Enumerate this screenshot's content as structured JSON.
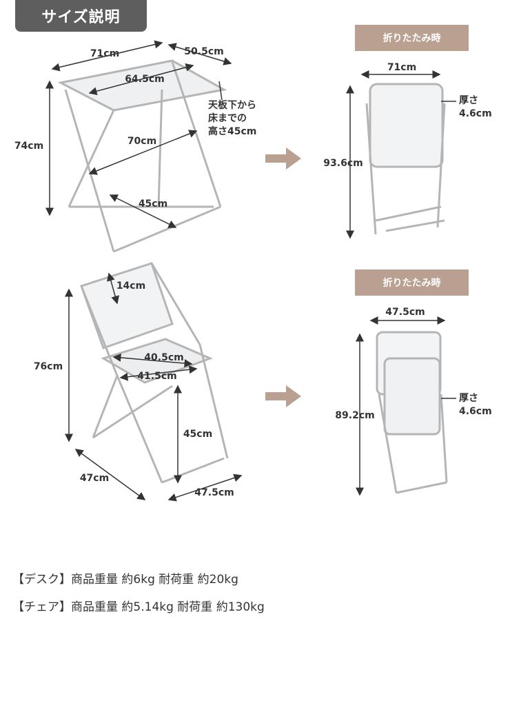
{
  "header": {
    "title": "サイズ説明"
  },
  "desk": {
    "width": "71cm",
    "depth": "50.5cm",
    "top_inner": "64.5cm",
    "note": [
      "天板下から",
      "床までの",
      "高さ45cm"
    ],
    "height": "74cm",
    "diag": "70cm",
    "base": "45cm",
    "folded": {
      "tag": "折りたたみ時",
      "width": "71cm",
      "thickness_label": "厚さ",
      "thickness": "4.6cm",
      "height": "93.6cm"
    }
  },
  "chair": {
    "back": "14cm",
    "height": "76cm",
    "seat_w": "40.5cm",
    "seat_d": "41.5cm",
    "seat_h": "45cm",
    "depth": "47cm",
    "width": "47.5cm",
    "folded": {
      "tag": "折りたたみ時",
      "width": "47.5cm",
      "thickness_label": "厚さ",
      "thickness": "4.6cm",
      "height": "89.2cm"
    }
  },
  "specs": [
    "【デスク】商品重量 約6kg 耐荷重 約20kg",
    "【チェア】商品重量 約5.14kg 耐荷重 約130kg"
  ],
  "colors": {
    "header": "#5e5e5e",
    "tag": "#b9a091",
    "arrow": "#b9a091"
  }
}
